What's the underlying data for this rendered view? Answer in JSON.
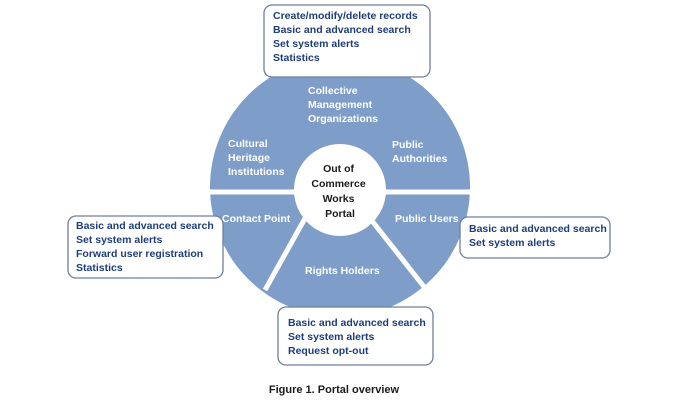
{
  "colors": {
    "segment_fill": "#7e9dc8",
    "divider": "#ffffff",
    "box_border": "#6f7f9a",
    "box_text": "#1f3d7a",
    "center_fill": "#ffffff"
  },
  "center": {
    "lines": [
      "Out of",
      "Commerce",
      "Works",
      "Portal"
    ]
  },
  "segments": {
    "cmo": {
      "lines": [
        "Collective",
        "Management",
        "Organizations"
      ]
    },
    "public_authorities": {
      "lines": [
        "Public",
        "Authorities"
      ]
    },
    "public_users": {
      "lines": [
        "Public Users"
      ]
    },
    "rights_holders": {
      "lines": [
        "Rights Holders"
      ]
    },
    "contact_point": {
      "lines": [
        "Contact Point"
      ]
    },
    "cultural_heritage": {
      "lines": [
        "Cultural",
        "Heritage",
        "Institutions"
      ]
    }
  },
  "boxes": {
    "cmo": {
      "lines": [
        "Create/modify/delete records",
        "Basic and advanced search",
        "Set system alerts",
        "Statistics"
      ]
    },
    "contact_point": {
      "lines": [
        "Basic and advanced search",
        "Set system alerts",
        "Forward user registration",
        "Statistics"
      ]
    },
    "public_users": {
      "lines": [
        "Basic and advanced search",
        "Set system alerts"
      ]
    },
    "rights_holders": {
      "lines": [
        "Basic and advanced search",
        "Set system alerts",
        "Request opt-out"
      ]
    }
  },
  "caption": "Figure 1. Portal overview"
}
